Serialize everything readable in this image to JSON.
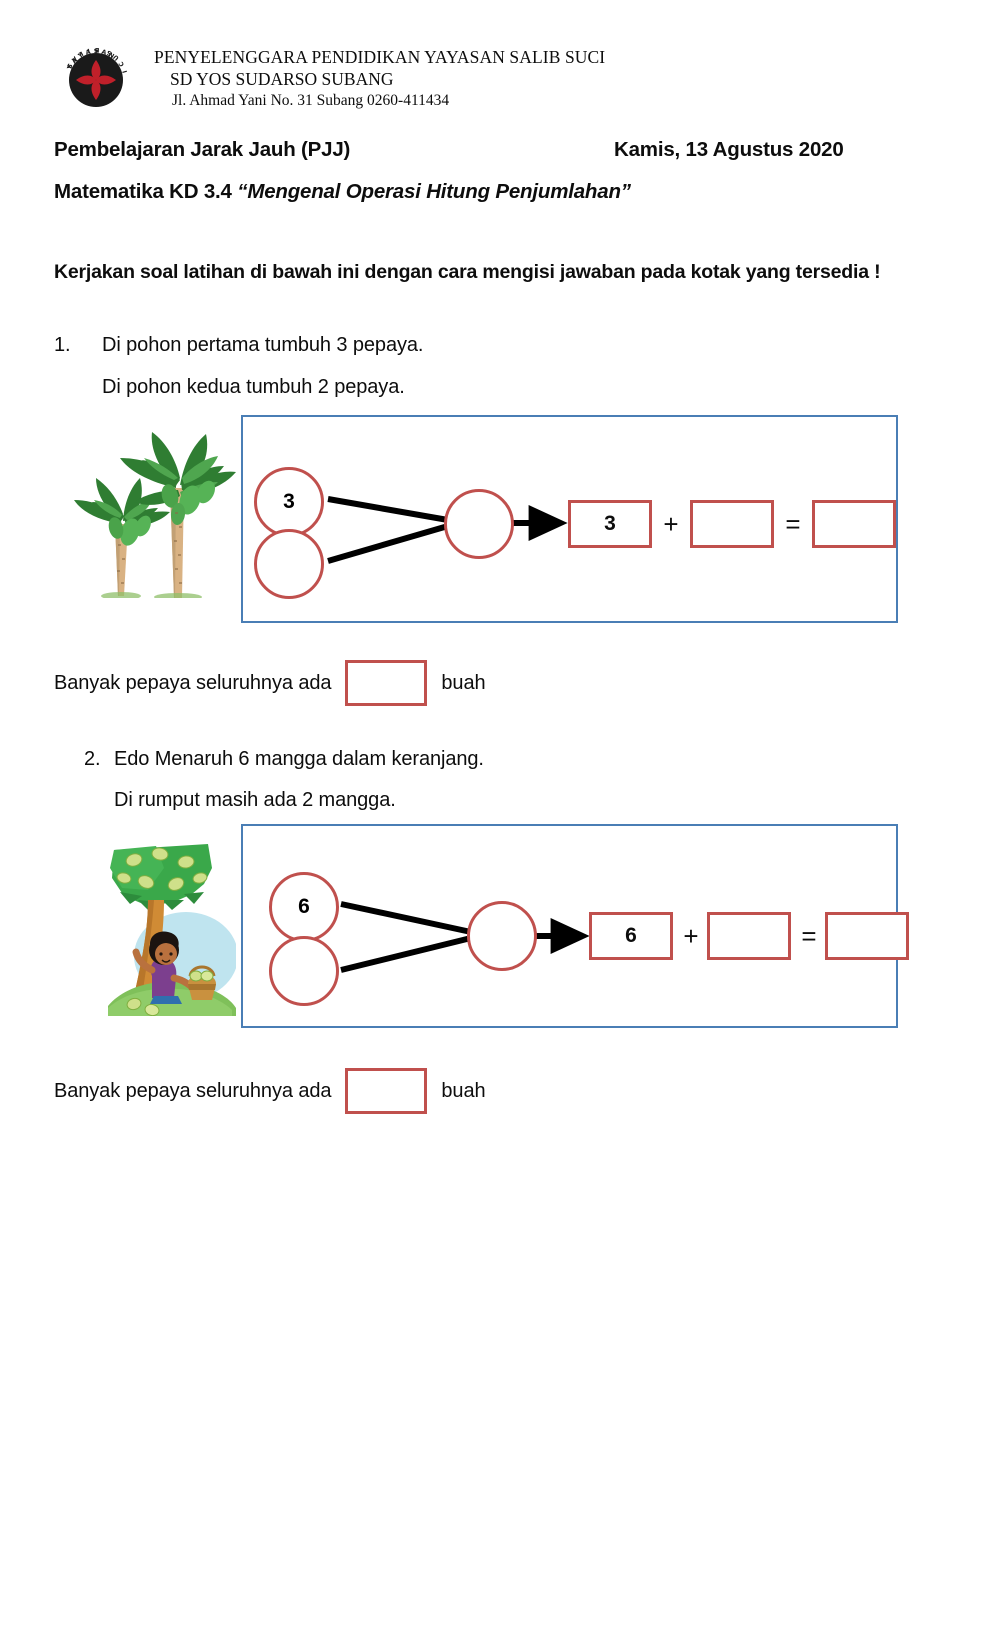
{
  "letterhead": {
    "logo_icon": "yayasan-salib-suci-crest-icon",
    "line1": "PENYELENGGARA PENDIDIKAN YAYASAN SALIB SUCI",
    "line2": "SD YOS SUDARSO SUBANG",
    "line3": "Jl. Ahmad Yani No. 31 Subang 0260-411434"
  },
  "title": {
    "program": "Pembelajaran Jarak Jauh (PJJ)",
    "date": "Kamis, 13 Agustus 2020",
    "subject": "Matematika KD 3.4 ",
    "kd_quote": "“Mengenal Operasi Hitung Penjumlahan”"
  },
  "instruction": "Kerjakan soal latihan di bawah ini dengan cara mengisi jawaban pada kotak yang tersedia !",
  "questions": [
    {
      "number": "1.",
      "line1": "Di pohon pertama tumbuh 3 pepaya.",
      "line2": "Di pohon kedua tumbuh 2 pepaya.",
      "illustration_icon": "papaya-trees-illustration",
      "diagram": {
        "top_circle": "3",
        "bottom_circle": "",
        "merge_circle": "",
        "first_box": "3",
        "plus_operator": "+",
        "second_box": "",
        "equals_operator": "=",
        "result_box": ""
      },
      "answer_sentence_before": "Banyak pepaya seluruhnya ada",
      "answer_value": "",
      "answer_sentence_after": "buah"
    },
    {
      "number": "2.",
      "line1": "Edo Menaruh 6 mangga dalam keranjang.",
      "line2": "Di rumput masih ada 2 mangga.",
      "illustration_icon": "mango-tree-child-illustration",
      "diagram": {
        "top_circle": "6",
        "bottom_circle": "",
        "merge_circle": "",
        "first_box": "6",
        "plus_operator": "+",
        "second_box": "",
        "equals_operator": "=",
        "result_box": ""
      },
      "answer_sentence_before": "Banyak pepaya seluruhnya ada",
      "answer_value": "",
      "answer_sentence_after": "buah"
    }
  ],
  "colors": {
    "panel_border": "#4a7eb5",
    "box_border": "#c0504d",
    "arrow": "#000000",
    "crest_red": "#c0202a",
    "crest_black": "#1a1a1a"
  }
}
